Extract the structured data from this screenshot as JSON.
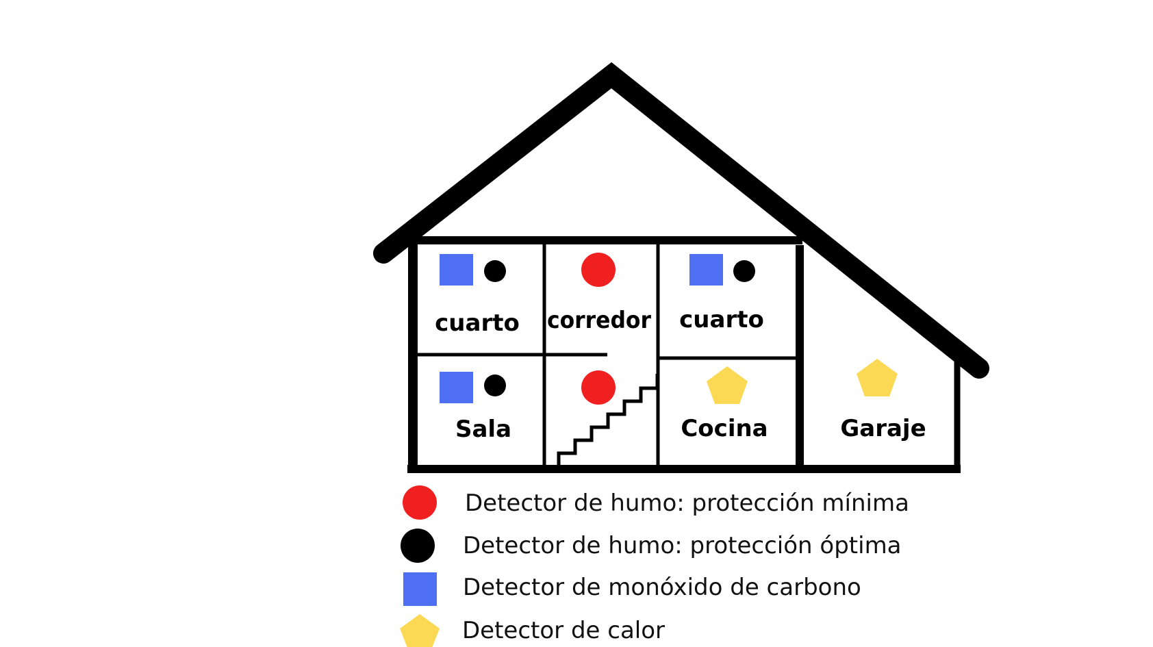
{
  "colors": {
    "smoke_minimum": "#f02020",
    "smoke_optimal": "#000000",
    "carbon_monoxide": "#4f6ff2",
    "heat": "#fcd955",
    "structure": "#000000",
    "background": "#ffffff"
  },
  "rooms": [
    {
      "id": "bedroom-upper-left",
      "label": "cuarto",
      "detectors": [
        "carbon-monoxide",
        "smoke-optimal"
      ]
    },
    {
      "id": "hallway",
      "label": "corredor",
      "detectors": [
        "smoke-minimum"
      ]
    },
    {
      "id": "bedroom-upper-right",
      "label": "cuarto",
      "detectors": [
        "carbon-monoxide",
        "smoke-optimal"
      ]
    },
    {
      "id": "living-room",
      "label": "Sala",
      "detectors": [
        "carbon-monoxide",
        "smoke-optimal"
      ]
    },
    {
      "id": "stairwell",
      "label": "",
      "detectors": [
        "smoke-minimum"
      ]
    },
    {
      "id": "kitchen",
      "label": "Cocina",
      "detectors": [
        "heat"
      ]
    },
    {
      "id": "garage",
      "label": "Garaje",
      "detectors": [
        "heat"
      ]
    }
  ],
  "legend": [
    {
      "shape": "circle-red",
      "icon": "red-circle-icon",
      "text": "Detector de humo: protección mínima"
    },
    {
      "shape": "circle-black",
      "icon": "black-circle-icon",
      "text": "Detector de humo: protección óptima"
    },
    {
      "shape": "square-blue",
      "icon": "blue-square-icon",
      "text": "Detector de monóxido de carbono"
    },
    {
      "shape": "pentagon-yellow",
      "icon": "yellow-pentagon-icon",
      "text": "Detector de calor"
    }
  ]
}
